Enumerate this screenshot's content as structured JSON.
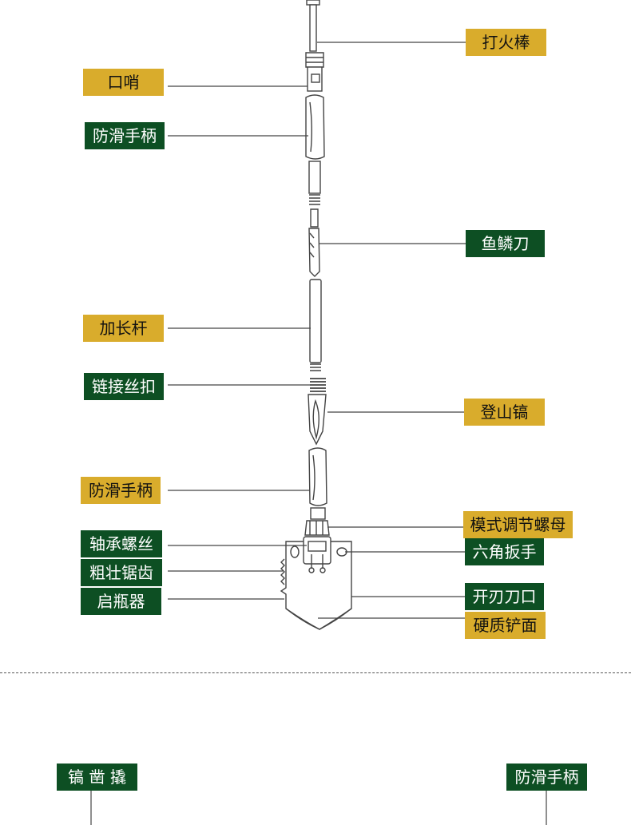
{
  "colors": {
    "gold": "#d9ac2c",
    "green": "#0d4f23",
    "line": "#444444"
  },
  "labels": {
    "fire_rod": "打火棒",
    "whistle": "口哨",
    "grip_upper": "防滑手柄",
    "fish_scale_knife": "鱼鳞刀",
    "extension_rod": "加长杆",
    "chain_thread": "链接丝扣",
    "climbing_pick": "登山镐",
    "grip_lower": "防滑手柄",
    "mode_nut": "模式调节螺母",
    "bearing_screw": "轴承螺丝",
    "hex_wrench": "六角扳手",
    "saw_teeth": "粗壮锯齿",
    "open_blade": "开刃刀口",
    "bottle_opener": "启瓶器",
    "hard_shovel": "硬质铲面",
    "pick_chisel_pry": "镐 凿 撬",
    "grip_bottom": "防滑手柄"
  }
}
